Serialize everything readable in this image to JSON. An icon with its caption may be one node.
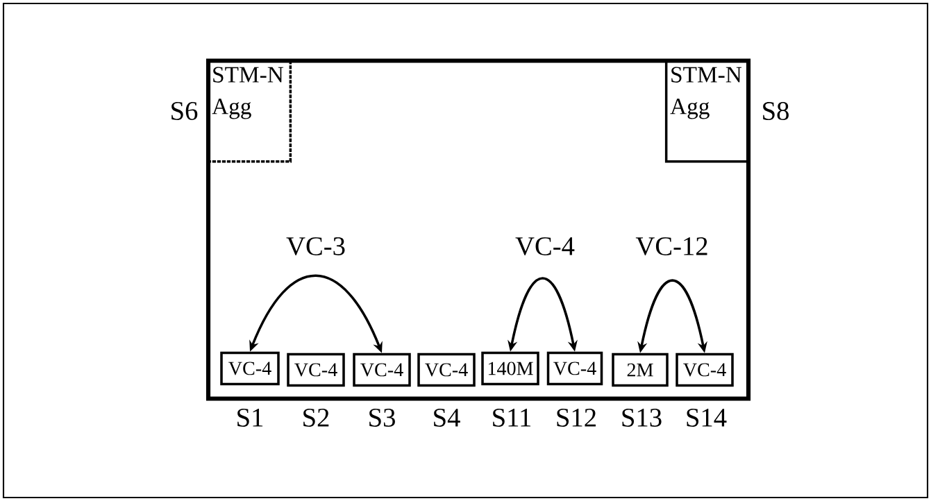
{
  "diagram": {
    "nodes": [
      {
        "text": [],
        "shape": "box"
      },
      {
        "text": [
          "STM-N Agg"
        ],
        "beside": [
          "S6"
        ],
        "in": 0
      },
      {
        "text": [
          "STM-N Agg"
        ],
        "beside": [
          "S8"
        ],
        "in": 0
      },
      {
        "text": [
          "VC-4"
        ],
        "beside": [
          "S1"
        ],
        "in": 0
      },
      {
        "text": [
          "VC-4"
        ],
        "beside": [
          "S2"
        ],
        "in": 0
      },
      {
        "text": [
          "VC-4"
        ],
        "beside": [
          "S3"
        ],
        "in": 0
      },
      {
        "text": [
          "VC-4"
        ],
        "beside": [
          "S4"
        ],
        "in": 0
      },
      {
        "text": [
          "140M"
        ],
        "beside": [
          "S11"
        ],
        "in": 0
      },
      {
        "text": [
          "VC-4"
        ],
        "beside": [
          "S12"
        ],
        "in": 0
      },
      {
        "text": [
          "2M"
        ],
        "beside": [
          "S13"
        ],
        "in": 0
      },
      {
        "text": [
          "VC-4"
        ],
        "beside": [
          "S14"
        ],
        "in": 0
      }
    ],
    "edges": [
      {
        "from": 3,
        "to": 5,
        "arrow": "both",
        "label": "VC-3"
      },
      {
        "from": 7,
        "to": 8,
        "arrow": "both",
        "label": "VC-4"
      },
      {
        "from": 9,
        "to": 10,
        "arrow": "both",
        "label": "VC-12"
      }
    ]
  }
}
